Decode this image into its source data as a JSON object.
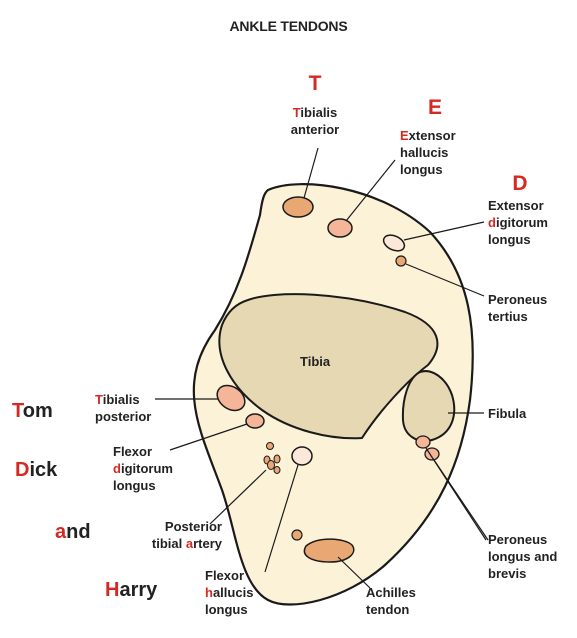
{
  "title": "ANKLE TENDONS",
  "mnemonic": {
    "top": [
      {
        "initial": "T",
        "first": "T",
        "rest": "ibialis",
        "line2": "anterior"
      },
      {
        "initial": "E",
        "first": "E",
        "rest": "xtensor",
        "line2": "hallucis",
        "line3": "longus"
      },
      {
        "initial": "D",
        "line1": "Extensor",
        "first": "d",
        "rest": "igitorum",
        "line3": "longus"
      }
    ],
    "words": [
      {
        "first": "T",
        "rest": "om"
      },
      {
        "first": "D",
        "rest": "ick"
      },
      {
        "first": "a",
        "rest": "nd"
      },
      {
        "first": "H",
        "rest": "arry"
      }
    ]
  },
  "labels": {
    "tibia": "Tibia",
    "fibula": "Fibula",
    "peroneus_tertius": [
      "Peroneus",
      "tertius"
    ],
    "tibialis_posterior": {
      "first": "T",
      "rest": "ibialis",
      "line2": "posterior"
    },
    "flexor_digitorum": {
      "line1": "Flexor",
      "first": "d",
      "rest": "igitorum",
      "line3": "longus"
    },
    "posterior_tibial_artery": {
      "line1": "Posterior",
      "pre": "tibial ",
      "first": "a",
      "rest": "rtery"
    },
    "flexor_hallucis": {
      "line1": "Flexor",
      "first": "h",
      "rest": "allucis",
      "line3": "longus"
    },
    "achilles": [
      "Achilles",
      "tendon"
    ],
    "peroneus_longus_brevis": [
      "Peroneus",
      "longus and",
      "brevis"
    ]
  },
  "colors": {
    "outer_fill": "#fbf2d7",
    "bone_fill": "#e6d8b2",
    "tendon_orange": "#e9a873",
    "tendon_pink": "#f4b599",
    "tendon_light": "#fbe8d8",
    "accent_red": "#d42a23",
    "outline": "#1a1a1a"
  }
}
